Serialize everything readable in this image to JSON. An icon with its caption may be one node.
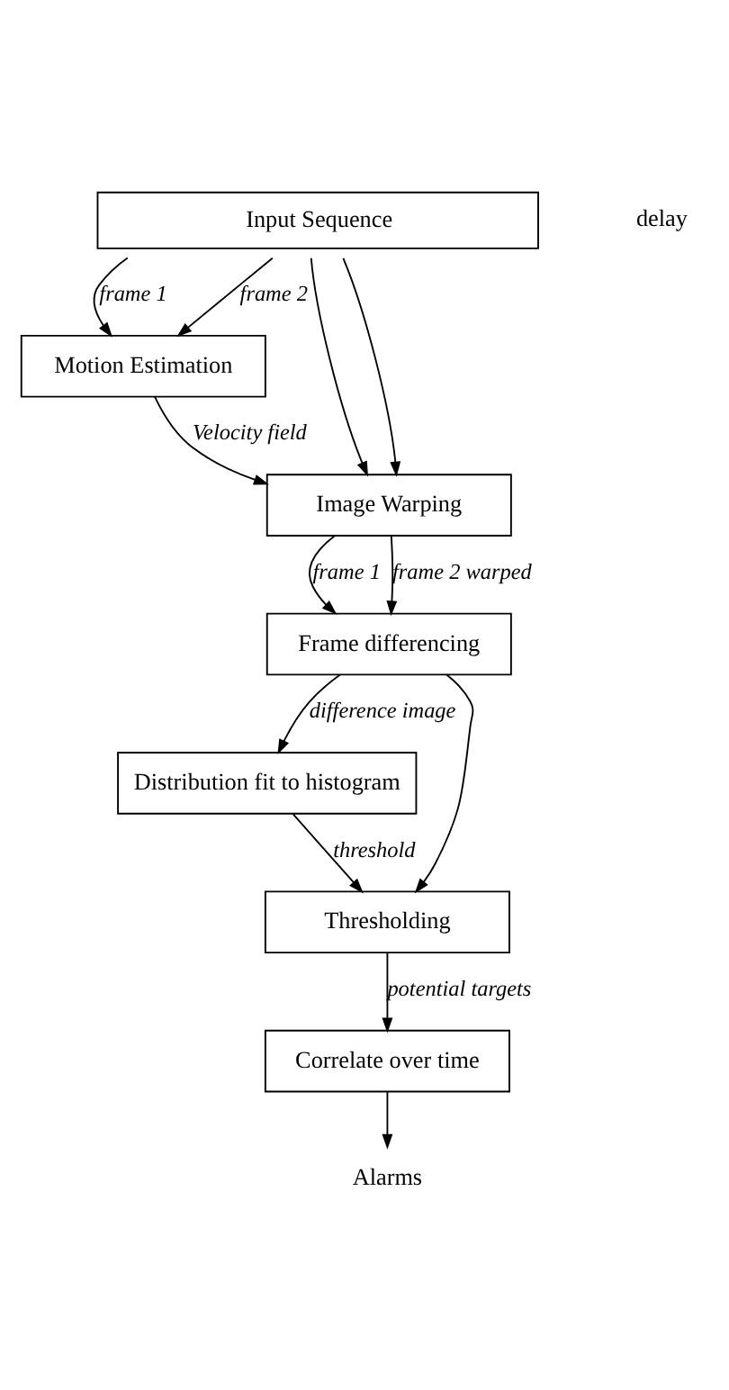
{
  "diagram": {
    "nodes": [
      {
        "text": [
          "Input Sequence"
        ]
      },
      {
        "text": [
          "Motion Estimation"
        ]
      },
      {
        "text": [
          "Image Warping"
        ]
      },
      {
        "text": [
          "Frame differencing"
        ]
      },
      {
        "text": [
          "Distribution fit to histogram"
        ]
      },
      {
        "text": [
          "Thresholding"
        ]
      },
      {
        "text": [
          "Correlate over time"
        ]
      },
      {
        "text": [
          "Alarms"
        ]
      }
    ],
    "edges": [
      {
        "from": 0,
        "to": 1,
        "arrow": "to",
        "label": "frame 1"
      },
      {
        "from": 0,
        "to": 1,
        "arrow": "to",
        "label": "frame 2"
      },
      {
        "from": 0,
        "to": 2,
        "arrow": "to"
      },
      {
        "from": 0,
        "to": 2,
        "arrow": "to"
      },
      {
        "from": 1,
        "to": 2,
        "arrow": "to",
        "label": "Velocity field"
      },
      {
        "from": 2,
        "to": 3,
        "arrow": "to",
        "label": "frame 1"
      },
      {
        "from": 2,
        "to": 3,
        "arrow": "to",
        "label": "frame 2 warped"
      },
      {
        "from": 3,
        "to": 4,
        "arrow": "to",
        "label": "difference image"
      },
      {
        "from": 3,
        "to": 5,
        "arrow": "to"
      },
      {
        "from": 4,
        "to": 5,
        "arrow": "to",
        "label": "threshold"
      },
      {
        "from": 5,
        "to": 6,
        "arrow": "to",
        "label": "potential targets"
      },
      {
        "from": 6,
        "to": 7,
        "arrow": "to"
      }
    ],
    "labels": [
      "delay"
    ]
  }
}
